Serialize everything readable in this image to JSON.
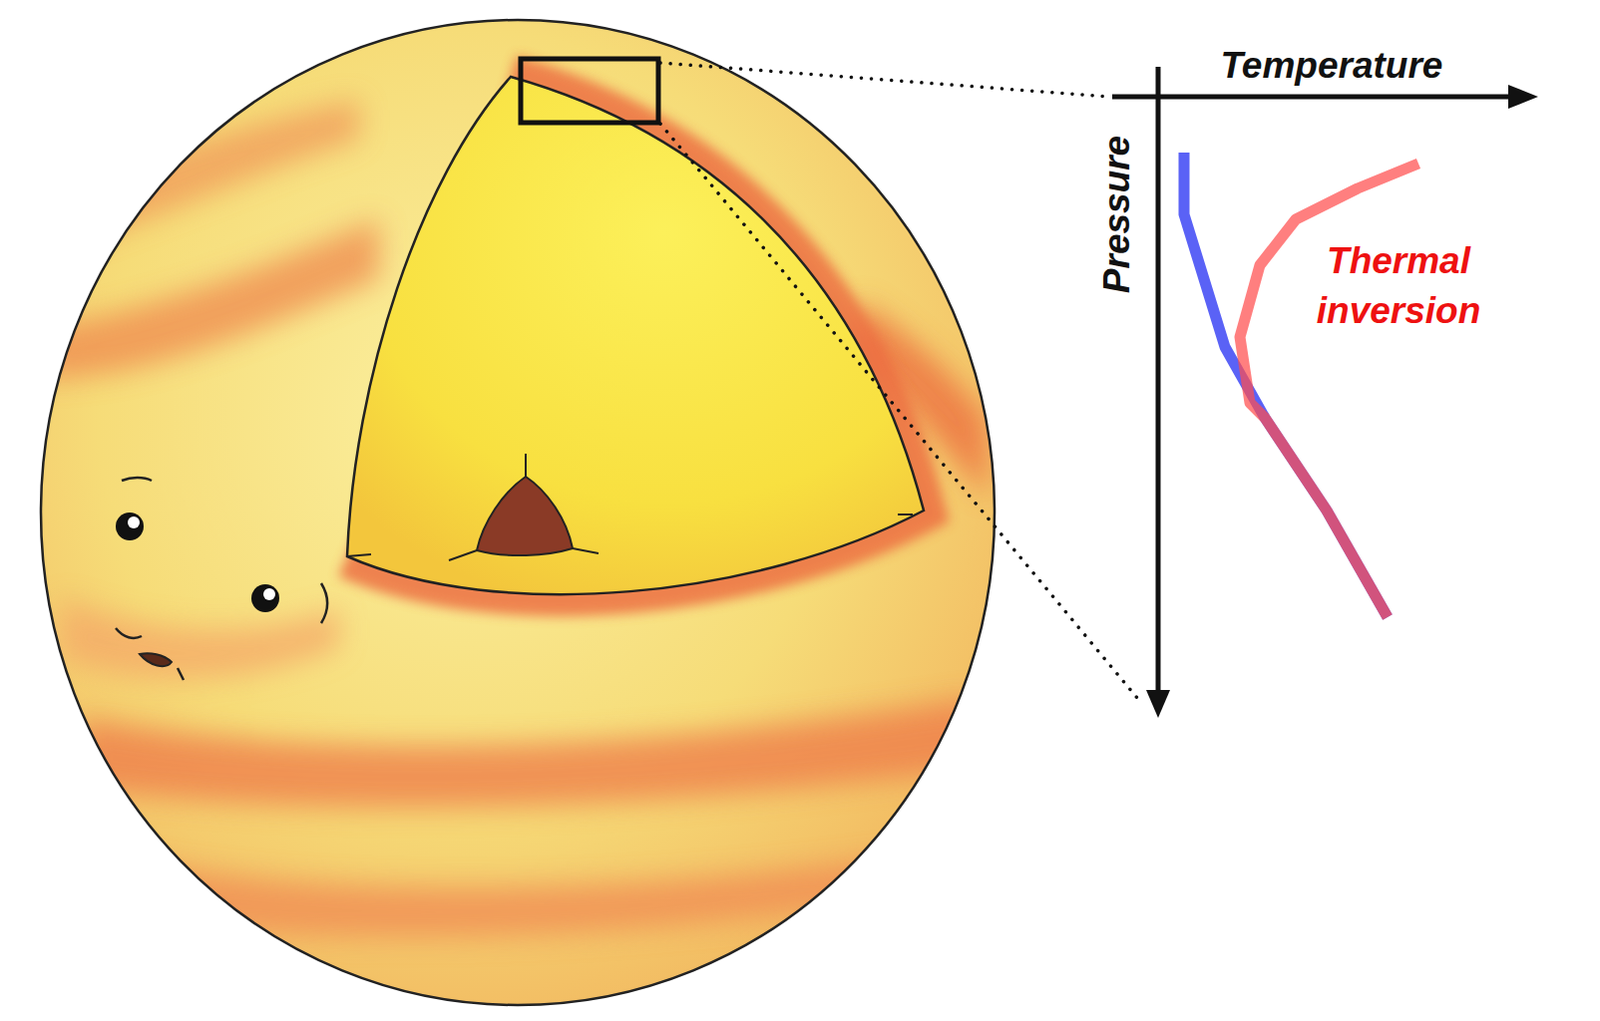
{
  "diagram": {
    "labels": [
      "Temperature",
      "Pressure",
      "Thermal inversion"
    ]
  }
}
